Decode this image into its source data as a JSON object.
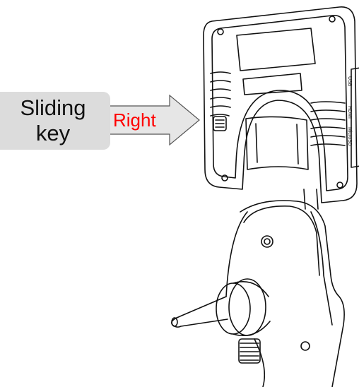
{
  "callout": {
    "line1": "Sliding",
    "line2": "key",
    "direction": "Right"
  },
  "colors": {
    "direction_text": "#ff0000",
    "callout_bg": "#dcdcdc",
    "outline": "#111111"
  },
  "ports": {
    "usb": "USB",
    "hdmi": "HDMI",
    "microsd": "MicroSD"
  }
}
